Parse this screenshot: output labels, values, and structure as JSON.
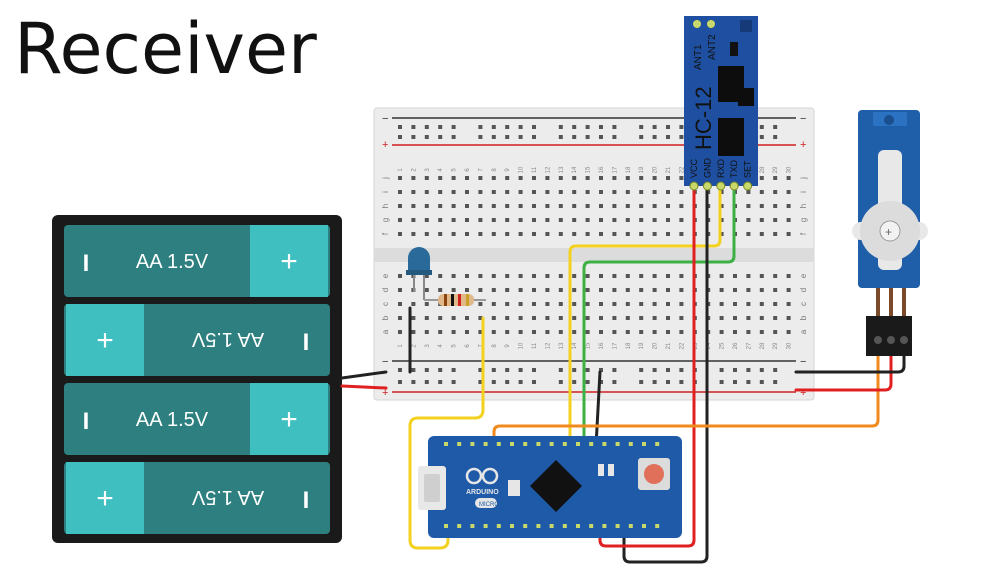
{
  "title": "Receiver",
  "battery": {
    "cells": [
      {
        "label": "AA 1.5V",
        "flipped": false
      },
      {
        "label": "AA 1.5V",
        "flipped": true
      },
      {
        "label": "AA 1.5V",
        "flipped": false
      },
      {
        "label": "AA 1.5V",
        "flipped": true
      }
    ],
    "plus_symbol": "+",
    "minus_symbol": "I"
  },
  "breadboard": {
    "rail_plus": "+",
    "rail_minus": "−",
    "row_letters_top": [
      "j",
      "i",
      "h",
      "g",
      "f"
    ],
    "row_letters_bottom": [
      "e",
      "d",
      "c",
      "b",
      "a"
    ],
    "column_numbers": [
      "1",
      "2",
      "3",
      "4",
      "5",
      "6",
      "7",
      "8",
      "9",
      "10",
      "11",
      "12",
      "13",
      "14",
      "15",
      "16",
      "17",
      "18",
      "19",
      "20",
      "21",
      "22",
      "23",
      "24",
      "25",
      "26",
      "27",
      "28",
      "29",
      "30"
    ]
  },
  "hc12": {
    "name": "HC-12",
    "antenna_labels": [
      "ANT1",
      "ANT2"
    ],
    "pins": [
      "VCC",
      "GND",
      "RXD",
      "TXD",
      "SET"
    ]
  },
  "arduino": {
    "brand": "ARDUINO",
    "model": "MICRO"
  },
  "colors": {
    "battery_cell": "#2e7f7f",
    "battery_cap": "#3fbfbf",
    "hc12_board": "#1f4fa0",
    "servo_body": "#1f5ea8",
    "arduino_board": "#1e5aa8",
    "wire_red": "#e02020",
    "wire_black": "#222222",
    "wire_yellow": "#f2d21f",
    "wire_green": "#3cb043",
    "wire_orange": "#f08a1c"
  }
}
